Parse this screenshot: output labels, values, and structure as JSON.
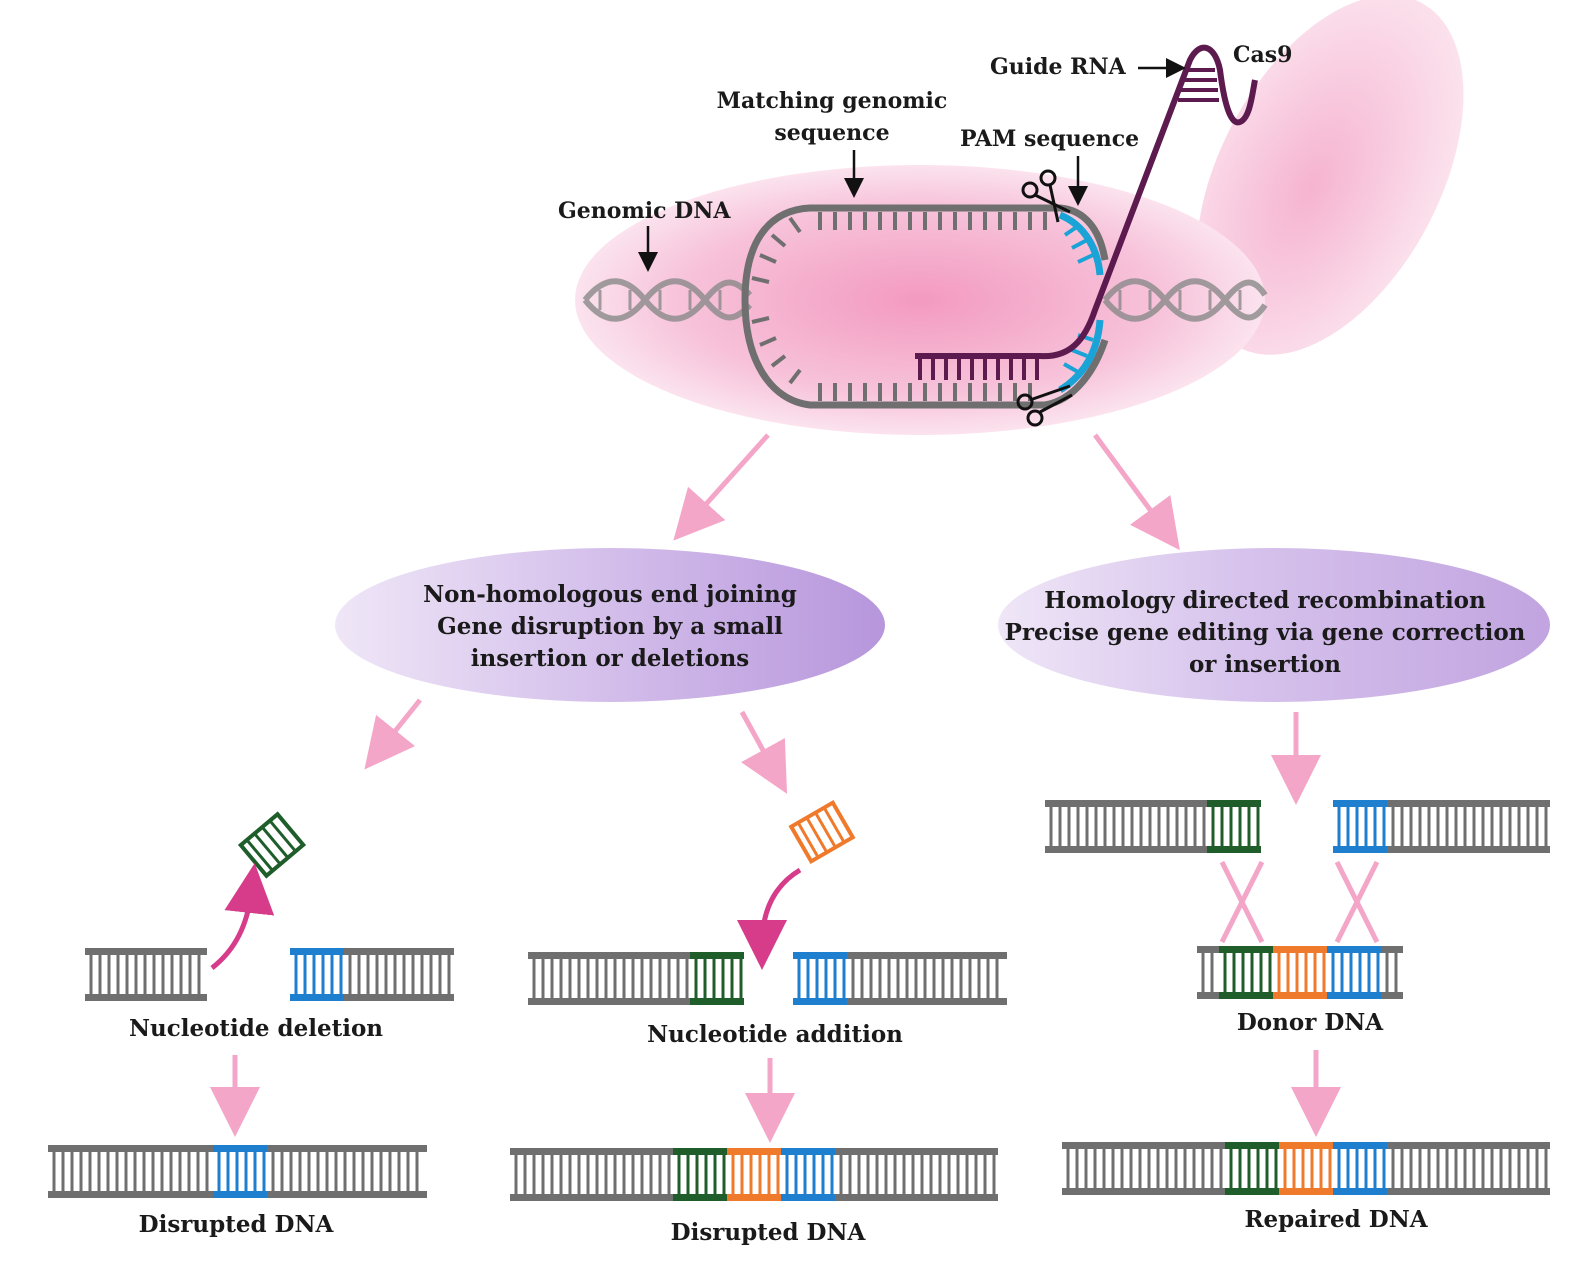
{
  "colors": {
    "pink": "#f4a6c8",
    "lavender": "#c3a6e0",
    "gray_dna": "#6f6f6f",
    "dark_green": "#1f5d2a",
    "blue": "#1f7fcf",
    "orange": "#f07a2c",
    "guide_rna": "#5c1a4e",
    "pam": "#1aa3d6",
    "magenta_arrow": "#d63c8a"
  },
  "top": {
    "genomic_dna": "Genomic DNA",
    "matching_line1": "Matching genomic",
    "matching_line2": "sequence",
    "pam_sequence": "PAM sequence",
    "guide_rna": "Guide RNA",
    "cas9": "Cas9"
  },
  "nhej": {
    "line1": "Non-homologous end joining",
    "line2": "Gene disruption by a small",
    "line3": "insertion or deletions"
  },
  "hdr": {
    "line1": "Homology directed recombination",
    "line2": "Precise gene editing via gene correction",
    "line3": "or insertion"
  },
  "bottom": {
    "nucleotide_deletion": "Nucleotide deletion",
    "nucleotide_addition": "Nucleotide addition",
    "donor_dna": "Donor DNA",
    "disrupted_dna_left": "Disrupted DNA",
    "disrupted_dna_mid": "Disrupted DNA",
    "repaired_dna": "Repaired DNA"
  }
}
